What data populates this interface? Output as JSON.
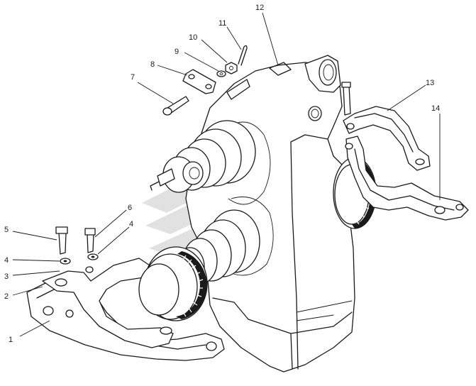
{
  "callouts": [
    {
      "id": "1",
      "label": "1"
    },
    {
      "id": "2",
      "label": "2"
    },
    {
      "id": "3",
      "label": "3"
    },
    {
      "id": "4a",
      "label": "4"
    },
    {
      "id": "4b",
      "label": "4"
    },
    {
      "id": "5",
      "label": "5"
    },
    {
      "id": "6",
      "label": "6"
    },
    {
      "id": "7",
      "label": "7"
    },
    {
      "id": "8",
      "label": "8"
    },
    {
      "id": "9",
      "label": "9"
    },
    {
      "id": "10",
      "label": "10"
    },
    {
      "id": "11",
      "label": "11"
    },
    {
      "id": "12",
      "label": "12"
    },
    {
      "id": "13",
      "label": "13"
    },
    {
      "id": "14",
      "label": "14"
    }
  ],
  "colors": {
    "line": "#1a1a1a",
    "watermark": "#c9c9c9",
    "background": "#ffffff"
  }
}
